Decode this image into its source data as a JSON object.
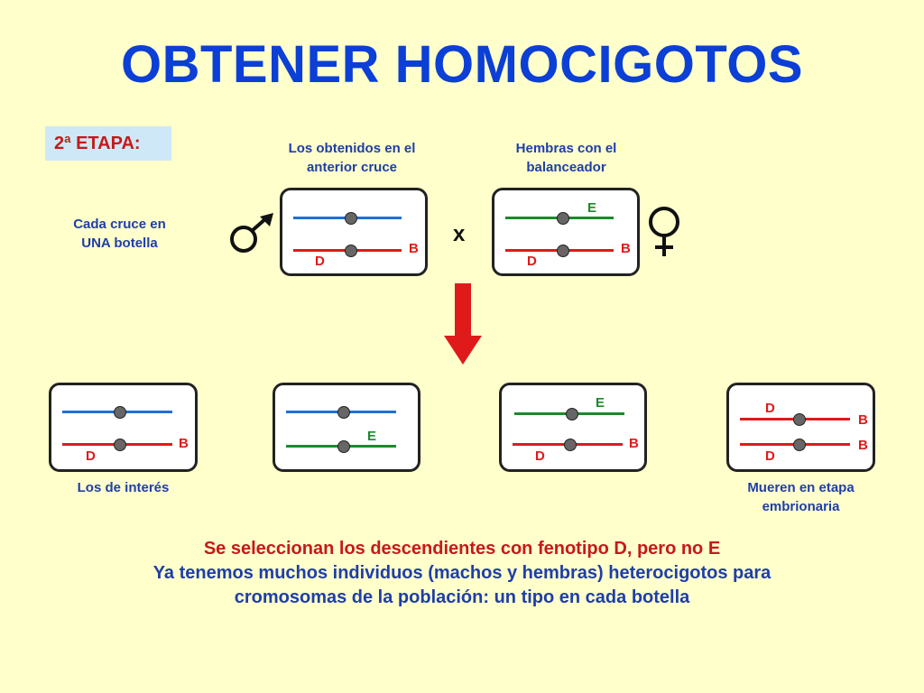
{
  "title": "OBTENER HOMOCIGOTOS",
  "stage": "2ª ETAPA:",
  "note": [
    "Cada cruce en",
    "UNA botella"
  ],
  "parents": {
    "male_label": [
      "Los obtenidos en el",
      "anterior cruce"
    ],
    "female_label": [
      "Hembras con el",
      "balanceador"
    ],
    "cross": "x"
  },
  "genes": {
    "D": "D",
    "B": "B",
    "E": "E"
  },
  "offspring": {
    "interest_label": "Los de interés",
    "die_label": [
      "Mueren en etapa",
      "embrionaria"
    ]
  },
  "bottom": {
    "line1": "Se seleccionan los descendientes con fenotipo D, pero no E",
    "line2": "Ya tenemos muchos individuos (machos y hembras) heterocigotos para",
    "line3": "cromosomas de la población: un tipo en cada botella"
  },
  "colors": {
    "title": "#0b3fd6",
    "red": "#e01a1a",
    "blue": "#1f6fd6",
    "green": "#1a8a2a",
    "background": "#ffffcc"
  }
}
